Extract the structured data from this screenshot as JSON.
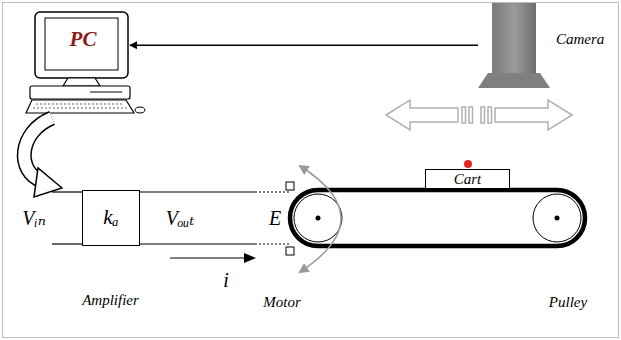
{
  "diagram": {
    "nodes": [
      {
        "text": [
          "PC"
        ]
      },
      {
        "text": [
          "Camera"
        ]
      },
      {
        "text": [
          "kₐ",
          "Amplifier"
        ]
      },
      {
        "text": [
          "Cart"
        ]
      }
    ],
    "edges": [
      {
        "from": 1,
        "to": 0,
        "arrow": "to"
      }
    ],
    "labels": [
      "Vᵢₙ",
      "Vₒᵤₜ",
      "E",
      "i",
      "Motor",
      "Pulley"
    ]
  }
}
